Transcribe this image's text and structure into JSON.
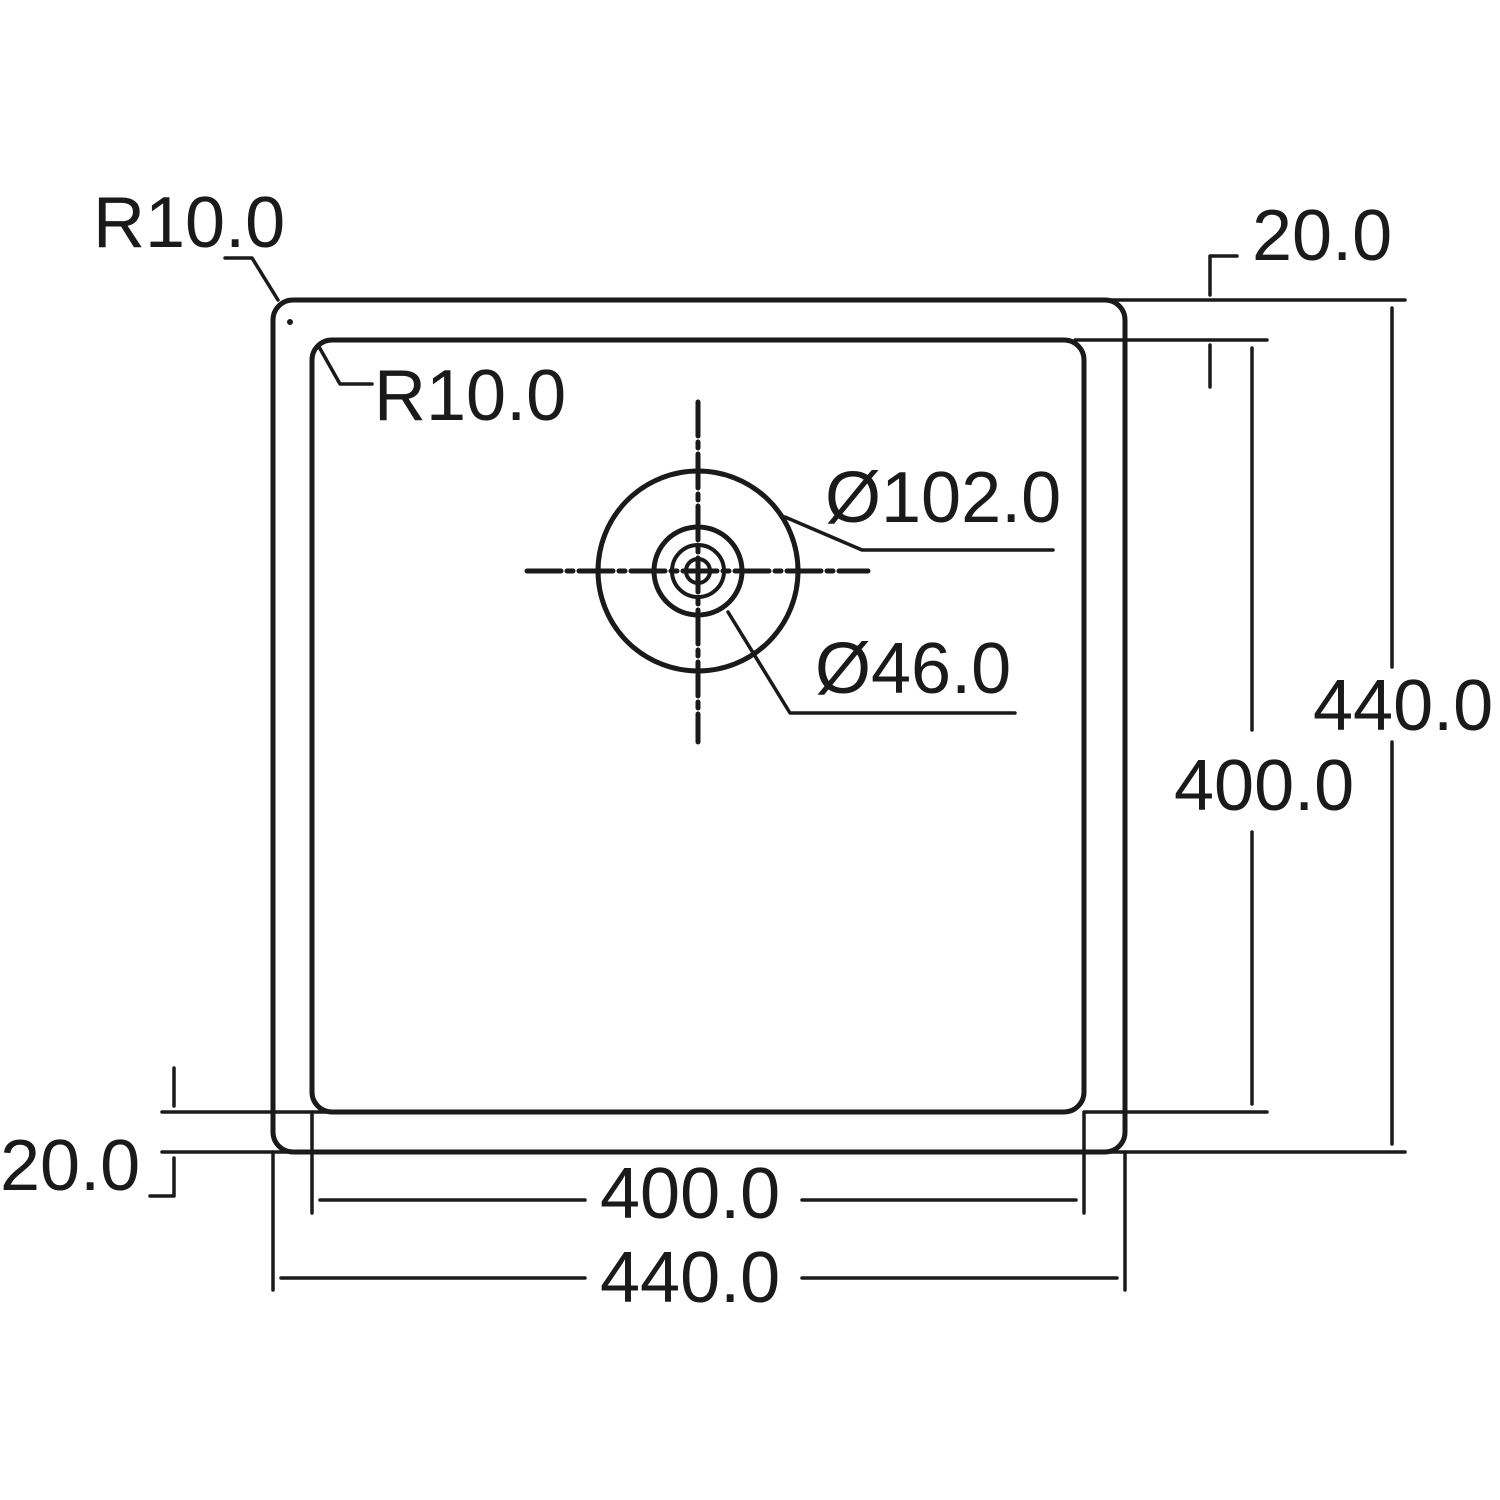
{
  "drawing": {
    "labels": {
      "outer_corner_radius": "R10.0",
      "inner_corner_radius": "R10.0",
      "outer_diameter": "Ø102.0",
      "inner_diameter": "Ø46.0",
      "right_rim_width": "20.0",
      "bottom_rim_width": "20.0",
      "inner_height": "400.0",
      "outer_height": "440.0",
      "inner_width": "400.0",
      "outer_width": "440.0"
    },
    "stroke_color": "#1a1a1a",
    "background_color": "#ffffff"
  }
}
